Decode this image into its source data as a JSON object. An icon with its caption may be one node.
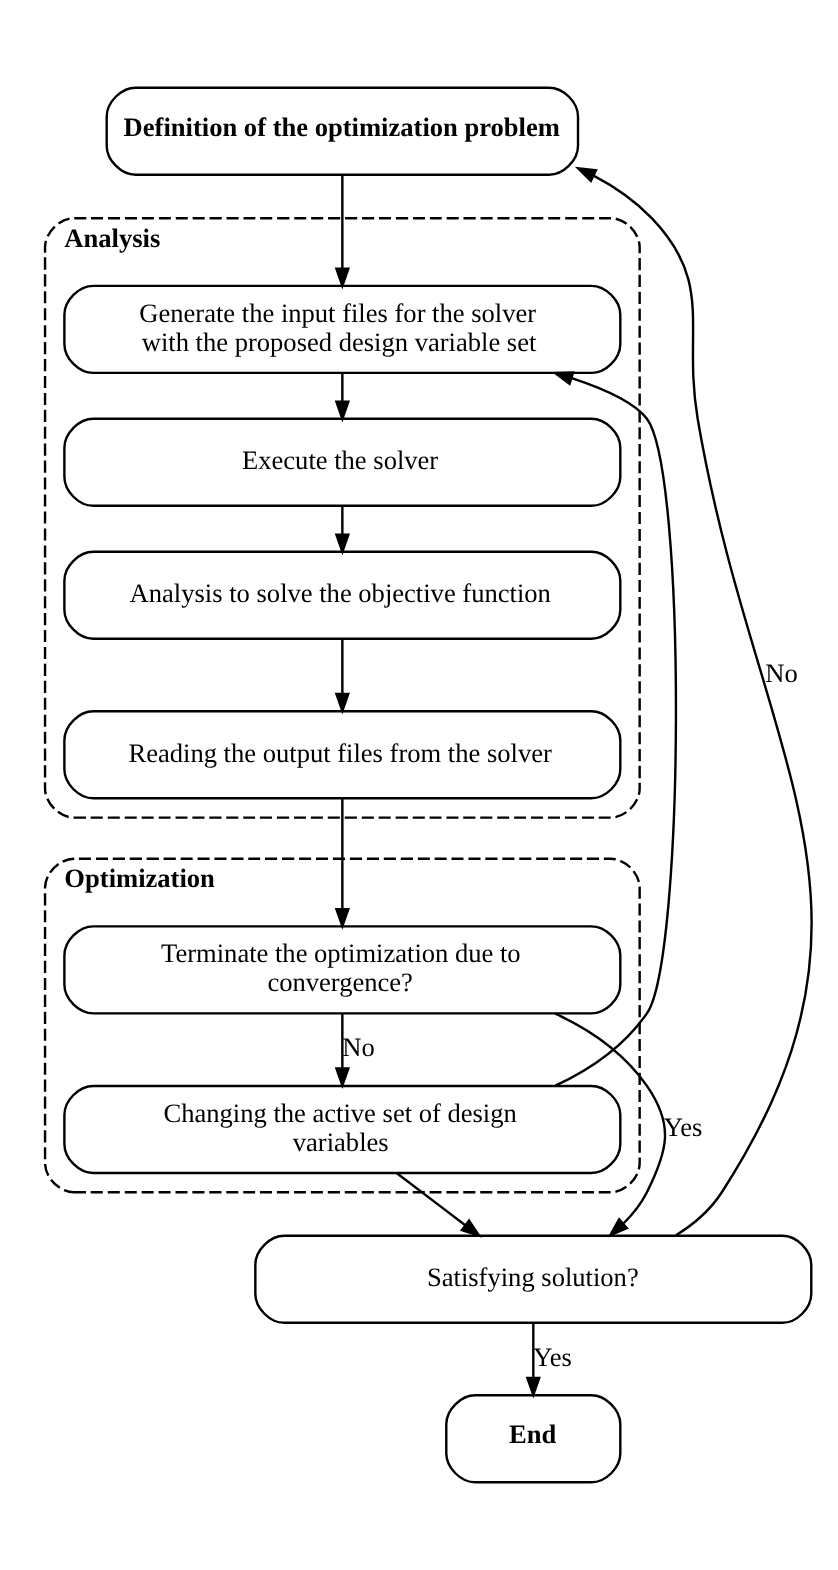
{
  "diagram": {
    "nodes": [
      {
        "text": [
          "Definition of the optimization problem"
        ]
      },
      {
        "text": [
          "Analysis"
        ]
      },
      {
        "text": [
          "Generate the input files for the solver with the proposed design variable set"
        ],
        "in": 1
      },
      {
        "text": [
          "Execute the solver"
        ],
        "in": 1
      },
      {
        "text": [
          "Analysis to solve the objective function"
        ],
        "in": 1
      },
      {
        "text": [
          "Reading the output files from the solver"
        ],
        "in": 1
      },
      {
        "text": [
          "Optimization"
        ]
      },
      {
        "text": [
          "Terminate the optimization due to convergence?"
        ],
        "in": 6
      },
      {
        "text": [
          "Changing the active set of design variables"
        ],
        "in": 6
      },
      {
        "text": [
          "Satisfying solution?"
        ]
      },
      {
        "text": [
          "End"
        ]
      }
    ],
    "edges": [
      {
        "from": 0,
        "to": 2,
        "arrow": "to"
      },
      {
        "from": 2,
        "to": 3,
        "arrow": "to"
      },
      {
        "from": 3,
        "to": 4,
        "arrow": "to"
      },
      {
        "from": 4,
        "to": 5,
        "arrow": "to"
      },
      {
        "from": 5,
        "to": 7,
        "arrow": "to"
      },
      {
        "from": 7,
        "to": 8,
        "label": "No",
        "arrow": "to"
      },
      {
        "from": 8,
        "to": 2,
        "arrow": "to"
      },
      {
        "from": 8,
        "to": 9,
        "arrow": "to"
      },
      {
        "from": 7,
        "to": 9,
        "label": "Yes",
        "arrow": "to"
      },
      {
        "from": 9,
        "to": 0,
        "label": "No",
        "arrow": "to"
      },
      {
        "from": 9,
        "to": 10,
        "label": "Yes",
        "arrow": "to"
      }
    ]
  }
}
